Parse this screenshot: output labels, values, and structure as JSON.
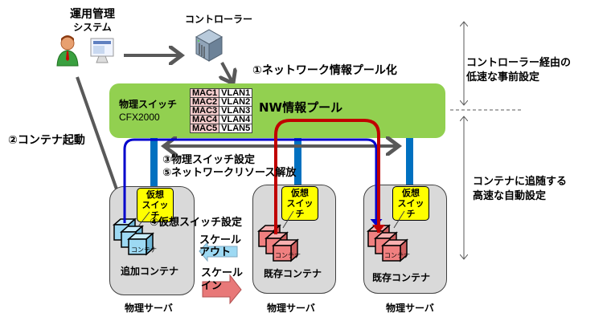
{
  "ops_system": {
    "line1": "運用管理",
    "line2": "システム",
    "icon": "user-with-monitor-icon"
  },
  "controller": {
    "label": "コントローラー",
    "icon": "server-rack-icon"
  },
  "steps": {
    "step1": "①ネットワーク情報プール化",
    "step2": "②コンテナ起動",
    "step3": "③物理スイッチ設定",
    "step4": "④仮想スイッチ設定",
    "step5": "⑤ネットワークリソース解放"
  },
  "physical_switch": {
    "name": "物理スイッチ",
    "model": "CFX2000",
    "pool_label": "NW情報プール",
    "table": [
      {
        "mac": "MAC1",
        "vlan": "VLAN1"
      },
      {
        "mac": "MAC2",
        "vlan": "VLAN2"
      },
      {
        "mac": "MAC3",
        "vlan": "VLAN3"
      },
      {
        "mac": "MAC4",
        "vlan": "VLAN4"
      },
      {
        "mac": "MAC5",
        "vlan": "VLAN5"
      }
    ]
  },
  "servers": [
    {
      "label": "物理サーバ",
      "vswitch_line1": "仮想",
      "vswitch_line2": "スイッチ",
      "container_caption": "追加コンテナ",
      "container_label": "コンテナ",
      "container_color": "#9dd9f3"
    },
    {
      "label": "物理サーバ",
      "vswitch_line1": "仮想",
      "vswitch_line2": "スイッチ",
      "container_caption": "既存コンテナ",
      "container_label": "コンテナ",
      "container_color": "#f08080"
    },
    {
      "label": "物理サーバ",
      "vswitch_line1": "仮想",
      "vswitch_line2": "スイッチ",
      "container_caption": "既存コンテナ",
      "container_label": "コンテナ",
      "container_color": "#f08080"
    }
  ],
  "scale": {
    "out_line1": "スケール",
    "out_line2": "アウト",
    "in_line1": "スケール",
    "in_line2": "イン"
  },
  "side_notes": {
    "upper_line1": "コントローラー経由の",
    "upper_line2": "低速な事前設定",
    "lower_line1": "コンテナに追随する",
    "lower_line2": "高速な自動設定"
  },
  "colors": {
    "switch_green": "#92d050",
    "server_gray": "#d9d9d9",
    "vswitch_yellow": "#ffff00",
    "link_blue": "#0070c0",
    "path_blue": "#0000cc",
    "path_red": "#c00000",
    "arrow_gray": "#595959"
  }
}
